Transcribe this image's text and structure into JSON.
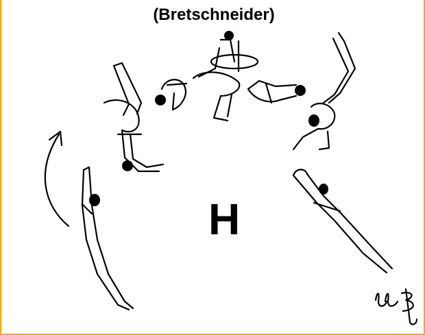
{
  "title": "(Bretschneider)",
  "element_letter": "H",
  "signature_mark": "llε",
  "colors": {
    "frame": "#f5a623",
    "ink": "#000000",
    "background": "#ffffff"
  },
  "figures": [
    {
      "name": "figure-1-swing"
    },
    {
      "name": "figure-2-kip"
    },
    {
      "name": "figure-3-tuck"
    },
    {
      "name": "figure-4-twist"
    },
    {
      "name": "figure-5-pike"
    },
    {
      "name": "figure-6-handstand"
    },
    {
      "name": "figure-7-catch"
    }
  ]
}
